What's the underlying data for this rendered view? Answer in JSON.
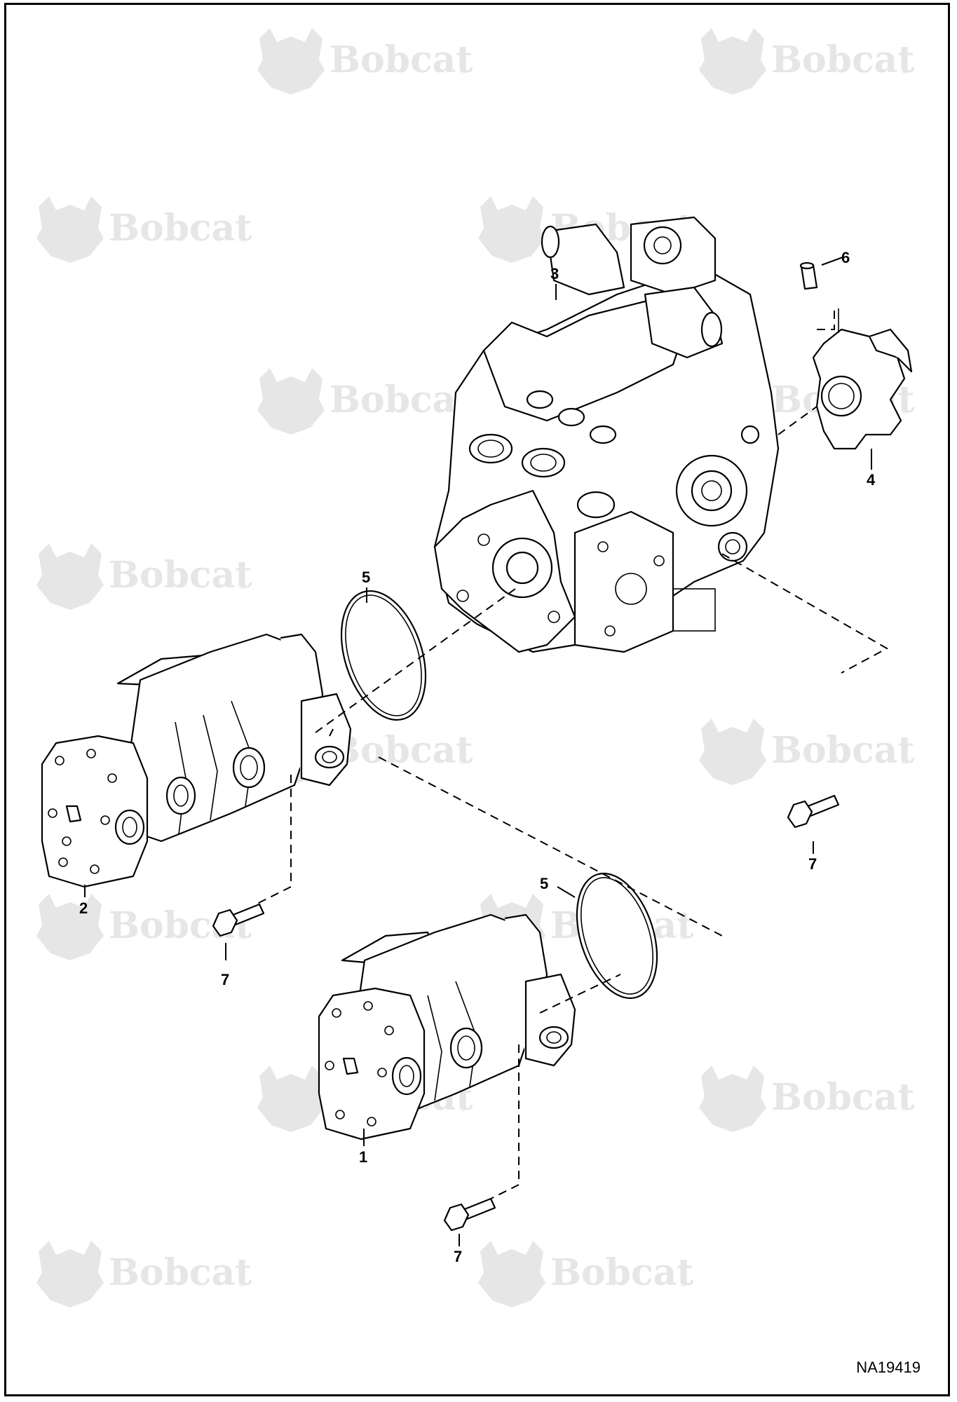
{
  "watermark": {
    "text": "Bobcat",
    "mark": "®",
    "color": "#e6e6e6"
  },
  "callouts": {
    "hydrostatic_pump": "3",
    "coupler": "4",
    "roll_pin": "6",
    "o_ring_upper": "5",
    "o_ring_lower": "5",
    "gear_pump_upper": "2",
    "gear_pump_lower": "1",
    "bolt_right": "7",
    "bolt_left": "7",
    "bolt_bottom": "7"
  },
  "drawing_number": "NA19419"
}
